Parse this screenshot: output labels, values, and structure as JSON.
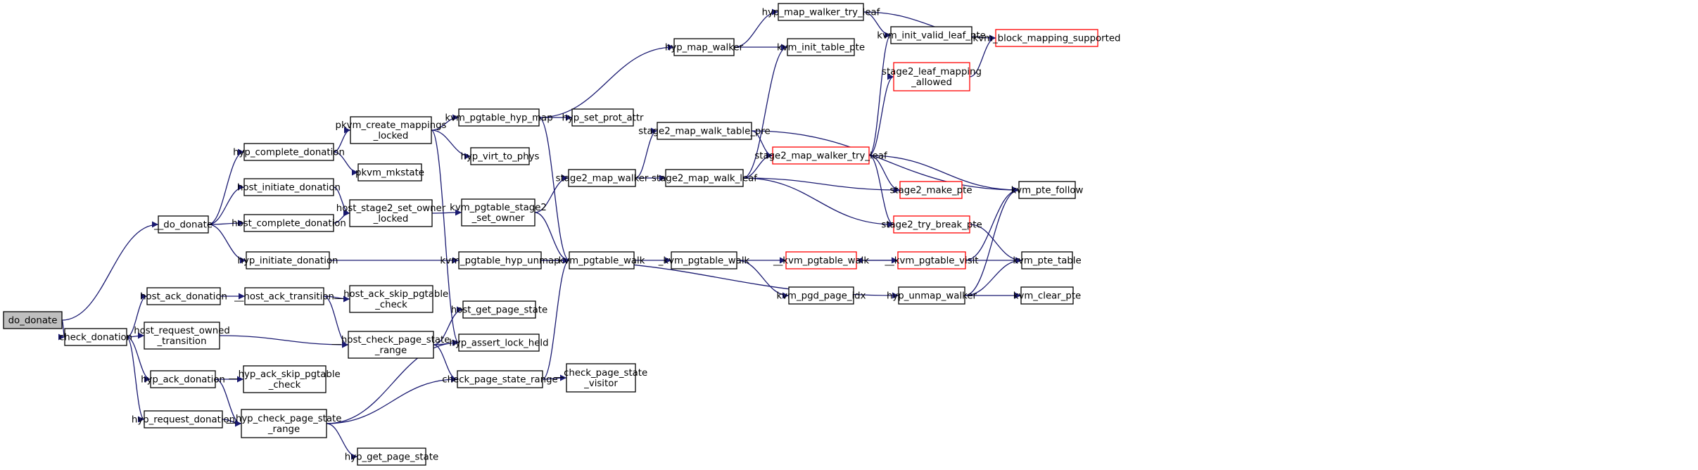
{
  "diagram": {
    "type": "call-graph",
    "edge_color": "#191970",
    "node_border": "#000000",
    "highlight_border": "#ff0000",
    "root_fill": "#bfbfbf",
    "nodes": [
      {
        "id": "do_donate",
        "lines": [
          "do_donate"
        ],
        "style": "root"
      },
      {
        "id": "__do_donate",
        "lines": [
          "__do_donate"
        ],
        "style": "normal"
      },
      {
        "id": "check_donation",
        "lines": [
          "check_donation"
        ],
        "style": "normal"
      },
      {
        "id": "hyp_complete_donation",
        "lines": [
          "hyp_complete_donation"
        ],
        "style": "normal"
      },
      {
        "id": "host_initiate_donation",
        "lines": [
          "host_initiate_donation"
        ],
        "style": "normal"
      },
      {
        "id": "host_complete_donation",
        "lines": [
          "host_complete_donation"
        ],
        "style": "normal"
      },
      {
        "id": "hyp_initiate_donation",
        "lines": [
          "hyp_initiate_donation"
        ],
        "style": "normal"
      },
      {
        "id": "host_ack_donation",
        "lines": [
          "host_ack_donation"
        ],
        "style": "normal"
      },
      {
        "id": "host_request_owned_transition",
        "lines": [
          "host_request_owned",
          "_transition"
        ],
        "style": "normal"
      },
      {
        "id": "hyp_ack_donation",
        "lines": [
          "hyp_ack_donation"
        ],
        "style": "normal"
      },
      {
        "id": "hyp_request_donation",
        "lines": [
          "hyp_request_donation"
        ],
        "style": "normal"
      },
      {
        "id": "pkvm_create_mappings_locked",
        "lines": [
          "pkvm_create_mappings",
          "_locked"
        ],
        "style": "normal"
      },
      {
        "id": "pkvm_mkstate",
        "lines": [
          "pkvm_mkstate"
        ],
        "style": "normal"
      },
      {
        "id": "host_stage2_set_owner_locked",
        "lines": [
          "host_stage2_set_owner",
          "_locked"
        ],
        "style": "normal"
      },
      {
        "id": "__host_ack_transition",
        "lines": [
          "__host_ack_transition"
        ],
        "style": "normal"
      },
      {
        "id": "__host_check_page_state_range",
        "lines": [
          "__host_check_page_state",
          "_range"
        ],
        "style": "normal"
      },
      {
        "id": "__hyp_ack_skip_pgtable_check",
        "lines": [
          "__hyp_ack_skip_pgtable",
          "_check"
        ],
        "style": "normal"
      },
      {
        "id": "__hyp_check_page_state_range",
        "lines": [
          "__hyp_check_page_state",
          "_range"
        ],
        "style": "normal"
      },
      {
        "id": "__host_ack_skip_pgtable_check",
        "lines": [
          "__host_ack_skip_pgtable",
          "_check"
        ],
        "style": "normal"
      },
      {
        "id": "hyp_get_page_state",
        "lines": [
          "hyp_get_page_state"
        ],
        "style": "normal"
      },
      {
        "id": "kvm_pgtable_hyp_map",
        "lines": [
          "kvm_pgtable_hyp_map"
        ],
        "style": "normal"
      },
      {
        "id": "hyp_virt_to_phys",
        "lines": [
          "hyp_virt_to_phys"
        ],
        "style": "normal"
      },
      {
        "id": "kvm_pgtable_stage2_set_owner",
        "lines": [
          "kvm_pgtable_stage2",
          "_set_owner"
        ],
        "style": "normal"
      },
      {
        "id": "kvm_pgtable_hyp_unmap",
        "lines": [
          "kvm_pgtable_hyp_unmap"
        ],
        "style": "normal"
      },
      {
        "id": "host_get_page_state",
        "lines": [
          "host_get_page_state"
        ],
        "style": "normal"
      },
      {
        "id": "hyp_assert_lock_held",
        "lines": [
          "hyp_assert_lock_held"
        ],
        "style": "normal"
      },
      {
        "id": "check_page_state_range",
        "lines": [
          "check_page_state_range"
        ],
        "style": "normal"
      },
      {
        "id": "hyp_set_prot_attr",
        "lines": [
          "hyp_set_prot_attr"
        ],
        "style": "normal"
      },
      {
        "id": "kvm_pgtable_walk",
        "lines": [
          "kvm_pgtable_walk"
        ],
        "style": "normal"
      },
      {
        "id": "stage2_map_walker",
        "lines": [
          "stage2_map_walker"
        ],
        "style": "normal"
      },
      {
        "id": "__check_page_state_visitor",
        "lines": [
          "__check_page_state",
          "_visitor"
        ],
        "style": "normal"
      },
      {
        "id": "hyp_map_walker",
        "lines": [
          "hyp_map_walker"
        ],
        "style": "normal"
      },
      {
        "id": "stage2_map_walk_table_pre",
        "lines": [
          "stage2_map_walk_table_pre"
        ],
        "style": "normal"
      },
      {
        "id": "stage2_map_walk_leaf",
        "lines": [
          "stage2_map_walk_leaf"
        ],
        "style": "normal"
      },
      {
        "id": "_kvm_pgtable_walk",
        "lines": [
          "_kvm_pgtable_walk"
        ],
        "style": "normal"
      },
      {
        "id": "hyp_map_walker_try_leaf",
        "lines": [
          "hyp_map_walker_try_leaf"
        ],
        "style": "normal"
      },
      {
        "id": "kvm_init_table_pte",
        "lines": [
          "kvm_init_table_pte"
        ],
        "style": "normal"
      },
      {
        "id": "stage2_map_walker_try_leaf",
        "lines": [
          "stage2_map_walker_try_leaf"
        ],
        "style": "red"
      },
      {
        "id": "__kvm_pgtable_walk",
        "lines": [
          "__kvm_pgtable_walk"
        ],
        "style": "red"
      },
      {
        "id": "kvm_pgd_page_idx",
        "lines": [
          "kvm_pgd_page_idx"
        ],
        "style": "normal"
      },
      {
        "id": "kvm_init_valid_leaf_pte",
        "lines": [
          "kvm_init_valid_leaf_pte"
        ],
        "style": "normal"
      },
      {
        "id": "stage2_leaf_mapping_allowed",
        "lines": [
          "stage2_leaf_mapping",
          "_allowed"
        ],
        "style": "red"
      },
      {
        "id": "stage2_make_pte",
        "lines": [
          "stage2_make_pte"
        ],
        "style": "red"
      },
      {
        "id": "stage2_try_break_pte",
        "lines": [
          "stage2_try_break_pte"
        ],
        "style": "red"
      },
      {
        "id": "__kvm_pgtable_visit",
        "lines": [
          "__kvm_pgtable_visit"
        ],
        "style": "red"
      },
      {
        "id": "hyp_unmap_walker",
        "lines": [
          "hyp_unmap_walker"
        ],
        "style": "normal"
      },
      {
        "id": "kvm_block_mapping_supported",
        "lines": [
          "kvm_block_mapping_supported"
        ],
        "style": "red"
      },
      {
        "id": "kvm_pte_follow",
        "lines": [
          "kvm_pte_follow"
        ],
        "style": "normal"
      },
      {
        "id": "kvm_pte_table",
        "lines": [
          "kvm_pte_table"
        ],
        "style": "normal"
      },
      {
        "id": "kvm_clear_pte",
        "lines": [
          "kvm_clear_pte"
        ],
        "style": "normal"
      }
    ],
    "edges": [
      [
        "do_donate",
        "__do_donate"
      ],
      [
        "do_donate",
        "check_donation"
      ],
      [
        "__do_donate",
        "hyp_complete_donation"
      ],
      [
        "__do_donate",
        "host_initiate_donation"
      ],
      [
        "__do_donate",
        "host_complete_donation"
      ],
      [
        "__do_donate",
        "hyp_initiate_donation"
      ],
      [
        "check_donation",
        "host_ack_donation"
      ],
      [
        "check_donation",
        "host_request_owned_transition"
      ],
      [
        "check_donation",
        "hyp_ack_donation"
      ],
      [
        "check_donation",
        "hyp_request_donation"
      ],
      [
        "hyp_complete_donation",
        "pkvm_create_mappings_locked"
      ],
      [
        "hyp_complete_donation",
        "pkvm_mkstate"
      ],
      [
        "host_initiate_donation",
        "host_stage2_set_owner_locked"
      ],
      [
        "host_complete_donation",
        "host_stage2_set_owner_locked"
      ],
      [
        "hyp_initiate_donation",
        "kvm_pgtable_hyp_unmap"
      ],
      [
        "host_ack_donation",
        "__host_ack_transition"
      ],
      [
        "host_request_owned_transition",
        "__host_check_page_state_range"
      ],
      [
        "hyp_ack_donation",
        "__hyp_ack_skip_pgtable_check"
      ],
      [
        "hyp_ack_donation",
        "__hyp_check_page_state_range"
      ],
      [
        "hyp_request_donation",
        "__hyp_check_page_state_range"
      ],
      [
        "pkvm_create_mappings_locked",
        "kvm_pgtable_hyp_map"
      ],
      [
        "pkvm_create_mappings_locked",
        "hyp_virt_to_phys"
      ],
      [
        "pkvm_create_mappings_locked",
        "hyp_assert_lock_held"
      ],
      [
        "host_stage2_set_owner_locked",
        "kvm_pgtable_stage2_set_owner"
      ],
      [
        "__host_ack_transition",
        "__host_ack_skip_pgtable_check"
      ],
      [
        "__host_ack_transition",
        "__host_check_page_state_range"
      ],
      [
        "__host_check_page_state_range",
        "host_get_page_state"
      ],
      [
        "__host_check_page_state_range",
        "hyp_assert_lock_held"
      ],
      [
        "__host_check_page_state_range",
        "check_page_state_range"
      ],
      [
        "__hyp_check_page_state_range",
        "hyp_assert_lock_held"
      ],
      [
        "__hyp_check_page_state_range",
        "check_page_state_range"
      ],
      [
        "__hyp_check_page_state_range",
        "hyp_get_page_state"
      ],
      [
        "kvm_pgtable_hyp_map",
        "hyp_map_walker"
      ],
      [
        "kvm_pgtable_hyp_map",
        "hyp_set_prot_attr"
      ],
      [
        "kvm_pgtable_hyp_map",
        "kvm_pgtable_walk"
      ],
      [
        "kvm_pgtable_stage2_set_owner",
        "stage2_map_walker"
      ],
      [
        "kvm_pgtable_stage2_set_owner",
        "kvm_pgtable_walk"
      ],
      [
        "kvm_pgtable_hyp_unmap",
        "kvm_pgtable_walk"
      ],
      [
        "kvm_pgtable_hyp_unmap",
        "hyp_unmap_walker"
      ],
      [
        "check_page_state_range",
        "kvm_pgtable_walk"
      ],
      [
        "check_page_state_range",
        "__check_page_state_visitor"
      ],
      [
        "hyp_map_walker",
        "hyp_map_walker_try_leaf"
      ],
      [
        "hyp_map_walker",
        "kvm_init_table_pte"
      ],
      [
        "stage2_map_walker",
        "stage2_map_walk_table_pre"
      ],
      [
        "stage2_map_walker",
        "stage2_map_walk_leaf"
      ],
      [
        "kvm_pgtable_walk",
        "_kvm_pgtable_walk"
      ],
      [
        "stage2_map_walk_table_pre",
        "stage2_map_walker_try_leaf"
      ],
      [
        "stage2_map_walk_table_pre",
        "kvm_pte_follow"
      ],
      [
        "stage2_map_walk_leaf",
        "kvm_init_table_pte"
      ],
      [
        "stage2_map_walk_leaf",
        "stage2_map_walker_try_leaf"
      ],
      [
        "stage2_map_walk_leaf",
        "stage2_make_pte"
      ],
      [
        "stage2_map_walk_leaf",
        "stage2_try_break_pte"
      ],
      [
        "_kvm_pgtable_walk",
        "__kvm_pgtable_walk"
      ],
      [
        "_kvm_pgtable_walk",
        "kvm_pgd_page_idx"
      ],
      [
        "hyp_map_walker_try_leaf",
        "kvm_init_valid_leaf_pte"
      ],
      [
        "hyp_map_walker_try_leaf",
        "kvm_block_mapping_supported"
      ],
      [
        "stage2_map_walker_try_leaf",
        "kvm_init_valid_leaf_pte"
      ],
      [
        "stage2_map_walker_try_leaf",
        "stage2_leaf_mapping_allowed"
      ],
      [
        "stage2_map_walker_try_leaf",
        "stage2_make_pte"
      ],
      [
        "stage2_map_walker_try_leaf",
        "stage2_try_break_pte"
      ],
      [
        "stage2_map_walker_try_leaf",
        "kvm_pte_follow"
      ],
      [
        "__kvm_pgtable_walk",
        "__kvm_pgtable_visit"
      ],
      [
        "__kvm_pgtable_visit",
        "__kvm_pgtable_walk"
      ],
      [
        "__kvm_pgtable_visit",
        "kvm_pte_follow"
      ],
      [
        "__kvm_pgtable_visit",
        "kvm_pte_table"
      ],
      [
        "stage2_leaf_mapping_allowed",
        "kvm_block_mapping_supported"
      ],
      [
        "stage2_try_break_pte",
        "kvm_pte_table"
      ],
      [
        "hyp_unmap_walker",
        "kvm_pte_follow"
      ],
      [
        "hyp_unmap_walker",
        "kvm_pte_table"
      ],
      [
        "hyp_unmap_walker",
        "kvm_clear_pte"
      ]
    ]
  }
}
